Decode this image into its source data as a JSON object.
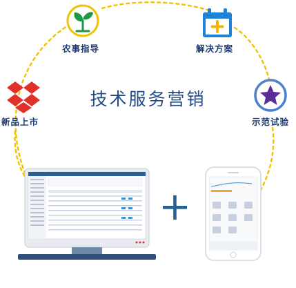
{
  "title": "技术服务营销",
  "nodes": {
    "agri_guidance": {
      "label": "农事指导",
      "icon": "sprout-icon"
    },
    "solutions": {
      "label": "解决方案",
      "icon": "calendar-plus-icon"
    },
    "new_products": {
      "label": "新品上市",
      "icon": "dropbox-box-icon"
    },
    "demo_trials": {
      "label": "示范试验",
      "icon": "star-icon"
    }
  },
  "plus_sign": "+",
  "colors": {
    "dashed_ring": "#f2c200",
    "title_text": "#214c86",
    "label_text": "#1f3b73",
    "sprout_green": "#1a9a45",
    "calendar_blue": "#1e82d6",
    "calendar_plus": "#f5b400",
    "dropbox_red": "#e0322b",
    "star_purple": "#5b2d98",
    "star_ring": "#4d7fcf",
    "monitor_dark": "#2f5179",
    "plus_blue": "#2a5f93"
  }
}
